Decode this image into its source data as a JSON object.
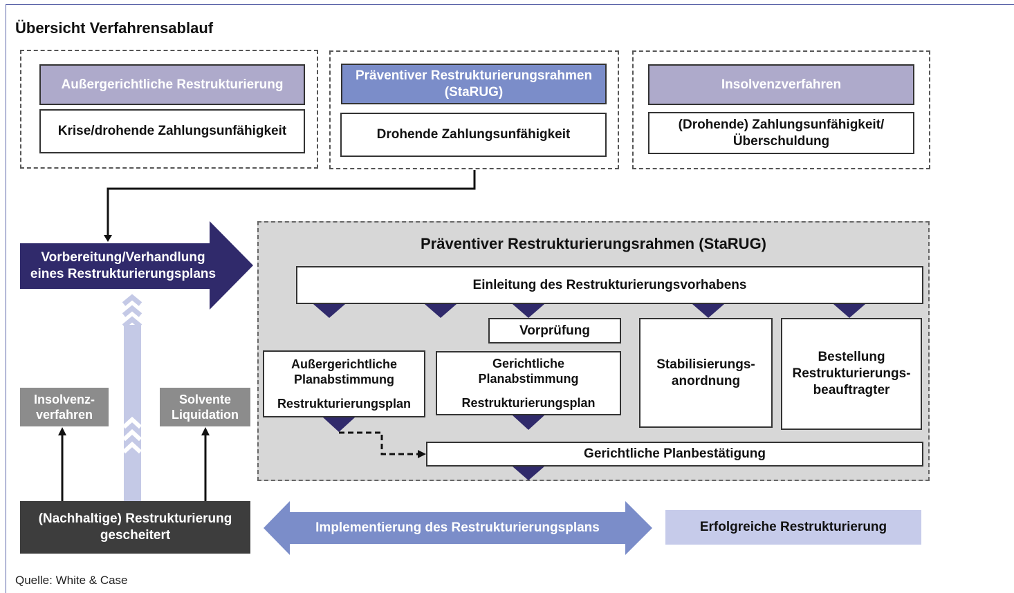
{
  "title": "Übersicht Verfahrensablauf",
  "source": "Quelle: White & Case",
  "top_columns": [
    {
      "header": "Außergerichtliche Restrukturierung",
      "condition": "Krise/drohende Zahlungsunfähigkeit"
    },
    {
      "header": "Präventiver Restrukturierungsrahmen (StaRUG)",
      "condition": "Drohende Zahlungsunfähigkeit"
    },
    {
      "header": "Insolvenzverfahren",
      "condition": "(Drohende) Zahlungsunfähigkeit/ Überschuldung"
    }
  ],
  "prep_arrow": "Vorbereitung/Verhandlung eines Restrukturierungsplans",
  "panel": {
    "title": "Präventiver Restrukturierungsrahmen (StaRUG)",
    "initiation": "Einleitung des Restrukturierungsvorhabens",
    "preliminary": "Vorprüfung",
    "out_of_court": {
      "title": "Außergerichtliche Planabstimmung",
      "sub": "Restrukturierungsplan"
    },
    "court_vote": {
      "title": "Gerichtliche Planabstimmung",
      "sub": "Restrukturierungsplan"
    },
    "stabilization": "Stabilisierungs-anordnung",
    "appointment": "Bestellung Restrukturierungs-beauftragter",
    "confirmation": "Gerichtliche Planbestätigung"
  },
  "insolvency_option": "Insolvenz-verfahren",
  "liquidation_option": "Solvente Liquidation",
  "failed": "(Nachhaltige) Restrukturierung gescheitert",
  "implementation": "Implementierung des Restrukturierungsplans",
  "success": "Erfolgreiche Restrukturierung"
}
